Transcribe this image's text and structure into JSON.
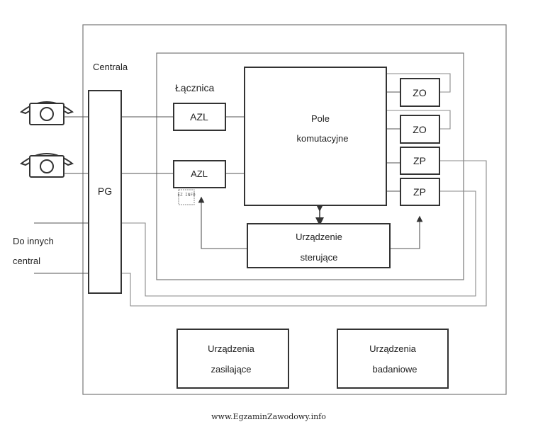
{
  "diagram": {
    "central_label": "Centrala",
    "switch_label": "Łącznica",
    "pg_label": "PG",
    "azl_1": "AZL",
    "azl_2": "AZL",
    "field": {
      "line1": "Pole",
      "line2": "komutacyjne"
    },
    "zo_1": "ZO",
    "zo_2": "ZO",
    "zp_1": "ZP",
    "zp_2": "ZP",
    "control": {
      "line1": "Urządzenie",
      "line2": "sterujące"
    },
    "other_centrals": {
      "line1": "Do innych",
      "line2": "central"
    },
    "power": {
      "line1": "Urządzenia",
      "line2": "zasilające"
    },
    "test": {
      "line1": "Urządzenia",
      "line2": "badaniowe"
    },
    "logo": "EZ INFO",
    "footer": "www.EgzaminZawodowy.info"
  }
}
